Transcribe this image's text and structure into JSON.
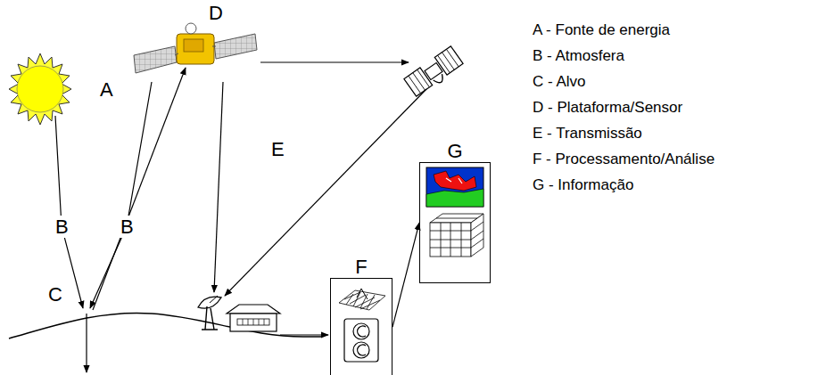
{
  "diagram": {
    "nodes": [
      {
        "text": [
          "F"
        ]
      },
      {
        "text": [
          "G"
        ]
      }
    ],
    "edges": [
      {
        "from": 0,
        "to": 1,
        "arrow": "to"
      }
    ],
    "labels": [
      "A",
      "B",
      "B",
      "C",
      "D",
      "E",
      "A - Fonte de energia",
      "B - Atmosfera",
      "C - Alvo",
      "D - Plataforma/Sensor",
      "E - Transmissão",
      "F - Processamento/Análise",
      "G - Informação"
    ]
  }
}
